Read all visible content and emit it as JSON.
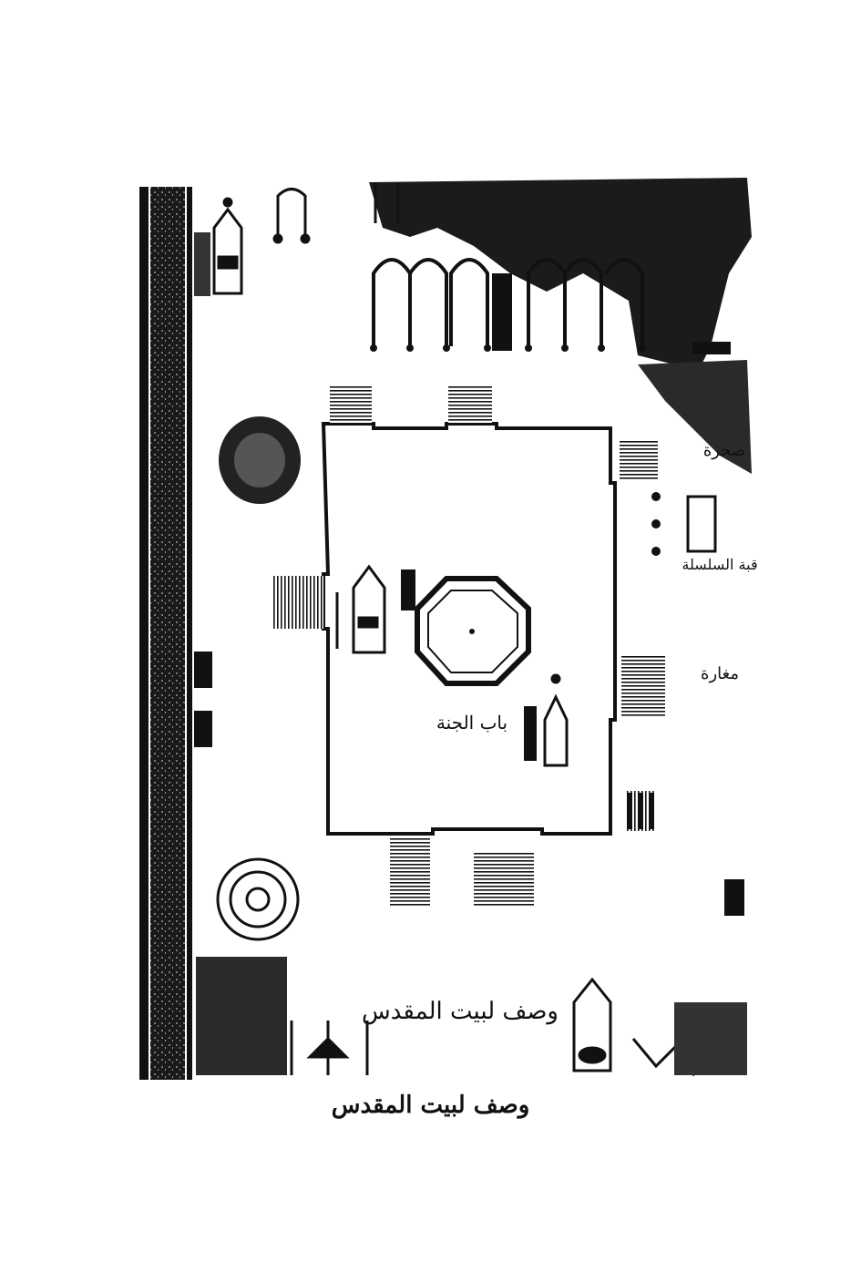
{
  "caption": "وصف لبيت المقدس",
  "map": {
    "inscription": "وصف لبيت المقدس",
    "gate_label": "باب الجنة",
    "side_labels": [
      "صخرة",
      "قبة السلسلة",
      "مغارة"
    ]
  },
  "colors": {
    "ink": "#111111",
    "paper": "#ffffff"
  }
}
